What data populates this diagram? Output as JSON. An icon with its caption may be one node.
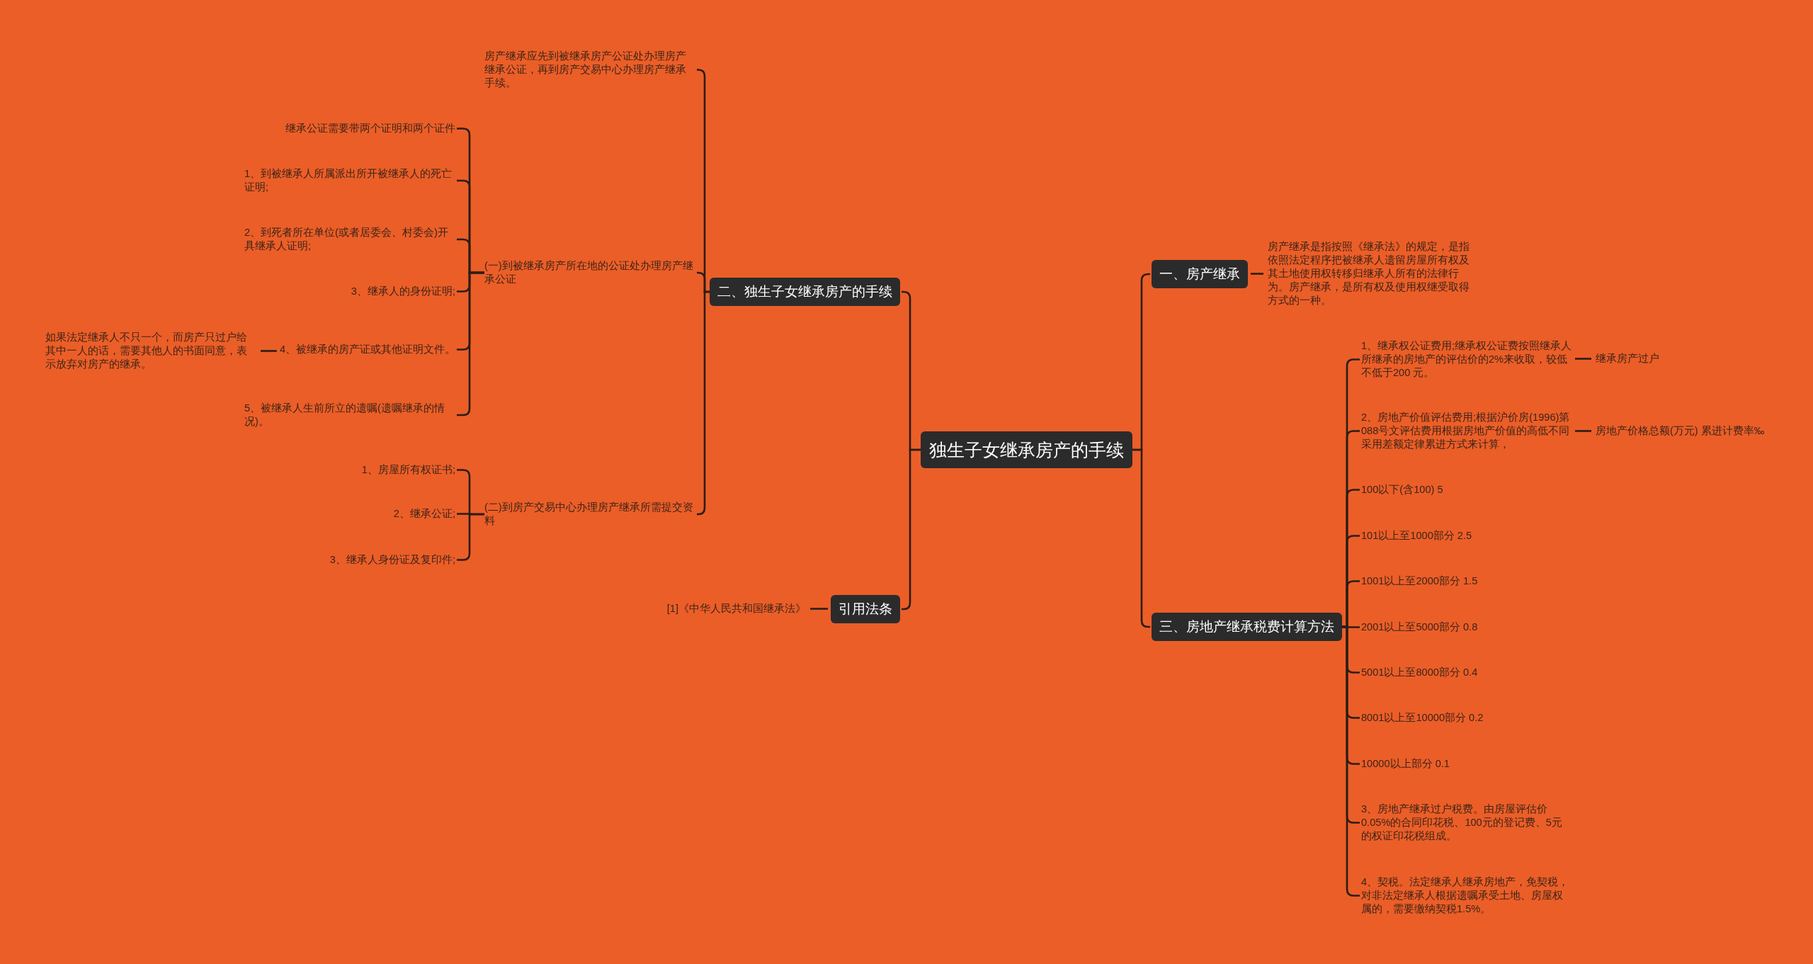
{
  "diagram": {
    "nodes": [
      {
        "text": [
          "独生子女继承房产的手续"
        ]
      },
      {
        "text": [
          "二、独生子女继承房产的手续"
        ]
      },
      {
        "text": [
          "房产继承应先到被继承房产公证处办理房产继承公证，再到房产交易中心办理房产继承手续。"
        ]
      },
      {
        "text": [
          "(一)到被继承房产所在地的公证处办理房产继承公证"
        ]
      },
      {
        "text": [
          "继承公证需要带两个证明和两个证件"
        ]
      },
      {
        "text": [
          "1、到被继承人所属派出所开被继承人的死亡证明;"
        ]
      },
      {
        "text": [
          "2、到死者所在单位(或者居委会、村委会)开具继承人证明;"
        ]
      },
      {
        "text": [
          "3、继承人的身份证明;"
        ]
      },
      {
        "text": [
          "4、被继承的房产证或其他证明文件。"
        ]
      },
      {
        "text": [
          "如果法定继承人不只一个，而房产只过户给其中一人的话，需要其他人的书面同意，表示放弃对房产的继承。"
        ]
      },
      {
        "text": [
          "5、被继承人生前所立的遗嘱(遗嘱继承的情况)。"
        ]
      },
      {
        "text": [
          "(二)到房产交易中心办理房产继承所需提交资料"
        ]
      },
      {
        "text": [
          "1、房屋所有权证书;"
        ]
      },
      {
        "text": [
          "2、继承公证;"
        ]
      },
      {
        "text": [
          "3、继承人身份证及复印件;"
        ]
      },
      {
        "text": [
          "引用法条"
        ]
      },
      {
        "text": [
          "[1]《中华人民共和国继承法》"
        ]
      },
      {
        "text": [
          "一、房产继承"
        ]
      },
      {
        "text": [
          "房产继承是指按照《继承法》的规定，是指依照法定程序把被继承人遗留房屋所有权及其土地使用权转移归继承人所有的法律行为。房产继承，是所有权及使用权继受取得方式的一种。"
        ]
      },
      {
        "text": [
          "三、房地产继承税费计算方法"
        ]
      },
      {
        "text": [
          "1、继承权公证费用;继承权公证费按照继承人所继承的房地产的评估价的2%来收取，较低不低于200 元。"
        ]
      },
      {
        "text": [
          "继承房产过户"
        ]
      },
      {
        "text": [
          "2、房地产价值评估费用;根据沪价房(1996)第088号文评估费用根据房地产价值的高低不同采用差额定律累进方式来计算，"
        ]
      },
      {
        "text": [
          "房地产价格总额(万元) 累进计费率‰"
        ]
      },
      {
        "text": [
          "100以下(含100) 5"
        ]
      },
      {
        "text": [
          "101以上至1000部分 2.5"
        ]
      },
      {
        "text": [
          "1001以上至2000部分 1.5"
        ]
      },
      {
        "text": [
          "2001以上至5000部分 0.8"
        ]
      },
      {
        "text": [
          "5001以上至8000部分 0.4"
        ]
      },
      {
        "text": [
          "8001以上至10000部分 0.2"
        ]
      },
      {
        "text": [
          "10000以上部分 0.1"
        ]
      },
      {
        "text": [
          "3、房地产继承过户税费。由房屋评估价0.05%的合同印花税、100元的登记费、5元的权证印花税组成。"
        ]
      },
      {
        "text": [
          "4、契税。法定继承人继承房地产，免契税，对非法定继承人根据遗嘱承受土地、房屋权属的，需要缴纳契税1.5%。"
        ]
      }
    ],
    "edges": [
      {
        "from": 0,
        "to": 1,
        "arrow": "none"
      },
      {
        "from": 1,
        "to": 2,
        "arrow": "none"
      },
      {
        "from": 1,
        "to": 3,
        "arrow": "none"
      },
      {
        "from": 3,
        "to": 4,
        "arrow": "none"
      },
      {
        "from": 3,
        "to": 5,
        "arrow": "none"
      },
      {
        "from": 3,
        "to": 6,
        "arrow": "none"
      },
      {
        "from": 3,
        "to": 7,
        "arrow": "none"
      },
      {
        "from": 3,
        "to": 8,
        "arrow": "none"
      },
      {
        "from": 8,
        "to": 9,
        "arrow": "none"
      },
      {
        "from": 3,
        "to": 10,
        "arrow": "none"
      },
      {
        "from": 1,
        "to": 11,
        "arrow": "none"
      },
      {
        "from": 11,
        "to": 12,
        "arrow": "none"
      },
      {
        "from": 11,
        "to": 13,
        "arrow": "none"
      },
      {
        "from": 11,
        "to": 14,
        "arrow": "none"
      },
      {
        "from": 0,
        "to": 15,
        "arrow": "none"
      },
      {
        "from": 15,
        "to": 16,
        "arrow": "none"
      },
      {
        "from": 0,
        "to": 17,
        "arrow": "none"
      },
      {
        "from": 17,
        "to": 18,
        "arrow": "none"
      },
      {
        "from": 0,
        "to": 19,
        "arrow": "none"
      },
      {
        "from": 19,
        "to": 20,
        "arrow": "none"
      },
      {
        "from": 20,
        "to": 21,
        "arrow": "none"
      },
      {
        "from": 19,
        "to": 22,
        "arrow": "none"
      },
      {
        "from": 22,
        "to": 23,
        "arrow": "none"
      },
      {
        "from": 19,
        "to": 24,
        "arrow": "none"
      },
      {
        "from": 19,
        "to": 25,
        "arrow": "none"
      },
      {
        "from": 19,
        "to": 26,
        "arrow": "none"
      },
      {
        "from": 19,
        "to": 27,
        "arrow": "none"
      },
      {
        "from": 19,
        "to": 28,
        "arrow": "none"
      },
      {
        "from": 19,
        "to": 29,
        "arrow": "none"
      },
      {
        "from": 19,
        "to": 30,
        "arrow": "none"
      },
      {
        "from": 19,
        "to": 31,
        "arrow": "none"
      },
      {
        "from": 19,
        "to": 32,
        "arrow": "none"
      }
    ]
  }
}
